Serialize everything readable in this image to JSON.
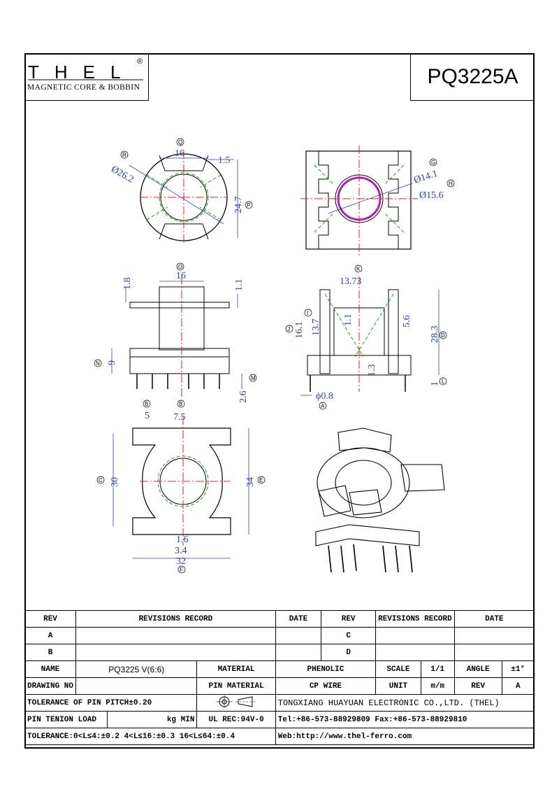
{
  "header": {
    "logo": "THEL",
    "logo_reg": "®",
    "logo_subtitle": "MAGNETIC CORE & BOBBIN",
    "part_number": "PQ3225A"
  },
  "dimensions": {
    "Q": "16",
    "Q_margin": "1.5",
    "R_dia": "Ø26.2",
    "P": "24.7",
    "G_dia": "Ø14.1",
    "H_dia": "Ø15.6",
    "O": "16",
    "top_left": "1.8",
    "top_right": "1.1",
    "N": "9",
    "M": "2.6",
    "K": "13.73",
    "J": "16.1",
    "I": "13.7",
    "inner_a": "1.1",
    "inner_b": "5.6",
    "D": "28.3",
    "inner_c": "1.3",
    "L": "1",
    "A_dia": "ϕ0.8",
    "B1": "5",
    "B2": "7.5",
    "C": "30",
    "E": "34",
    "bot1": "1.6",
    "bot2": "3.4",
    "F": "32"
  },
  "callouts": {
    "Q": "Q",
    "R": "R",
    "P": "P",
    "G": "G",
    "H": "H",
    "O": "O",
    "N": "N",
    "M": "M",
    "K": "K",
    "J": "J",
    "I": "I",
    "D": "D",
    "L": "L",
    "A": "A",
    "B": "B",
    "C": "C",
    "E": "E",
    "F": "F"
  },
  "title_block": {
    "rev_header": "REV",
    "revisions_header": "REVISIONS RECORD",
    "date_header": "DATE",
    "rev_a": "A",
    "rev_b": "B",
    "rev_c": "C",
    "rev_d": "D",
    "name_label": "NAME",
    "name_value": "PQ3225 V(6:6)",
    "material_label": "MATERIAL",
    "material_value": "PHENOLIC",
    "scale_label": "SCALE",
    "scale_value": "1/1",
    "angle_label": "ANGLE",
    "angle_value": "±1°",
    "drawing_no_label": "DRAWING NO",
    "pin_material_label": "PIN MATERIAL",
    "pin_material_value": "CP WIRE",
    "unit_label": "UNIT",
    "unit_value": "m/m",
    "rev_label": "REV",
    "rev_value": "A",
    "pitch_tolerance": "TOLERANCE OF PIN PITCH±0.20",
    "company": "TONGXIANG HUAYUAN ELECTRONIC CO.,LTD. (THEL)",
    "pin_load_label": "PIN TENION LOAD",
    "pin_load_unit": "kg MIN",
    "ul": "UL REC:94V-0",
    "tel": "Tel:+86-573-88929809 Fax:+86-573-88929810",
    "tolerance": "TOLERANCE:0<L≤4:±0.2  4<L≤16:±0.3  16<L≤64:±0.4",
    "web": "Web:http://www.thel-ferro.com"
  },
  "colors": {
    "dimension": "#2a3ea8",
    "centerline": "#e02020",
    "hidden": "#1aa01a",
    "wire": "#b020b0"
  }
}
